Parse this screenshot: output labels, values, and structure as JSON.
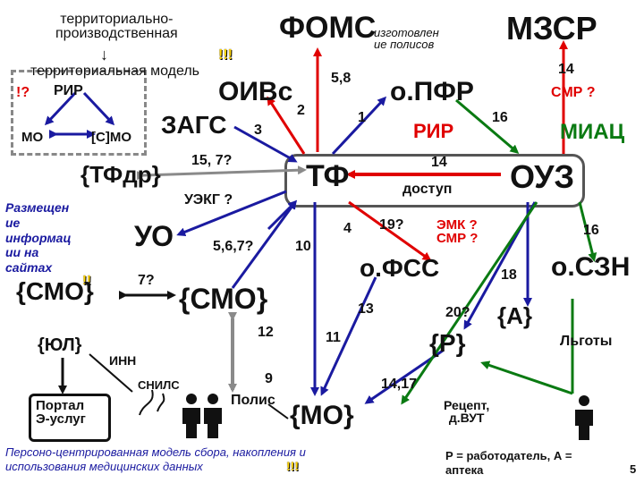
{
  "texts": {
    "terr_prod": "территориально-\nпроизводственная",
    "arrow_down": "↓",
    "excl_top": "!!!",
    "terr_model": "территориальная модель",
    "foms": "ФОМС",
    "izgotovlen": "изготовлен\nие полисов",
    "mzsr": "МЗСР",
    "q_rir": "!?",
    "rir_left": "РИР",
    "mo_left": "МО",
    "smo_left": "[С]МО",
    "oivs": "ОИВс",
    "n58": "5,8",
    "opfr": "о.ПФР",
    "n14_tr": "14",
    "smr_tr": "СМР ?",
    "zags": "ЗАГС",
    "n3": "3",
    "n2": "2",
    "n1": "1",
    "rir_mid": "РИР",
    "n16_tr": "16",
    "miac": "МИАЦ",
    "tfdr": "{ТФдр}",
    "n157": "15, 7?",
    "tf": "ТФ",
    "n14_mid": "14",
    "dostup": "доступ",
    "ouz": "ОУЗ",
    "razmeshen": "Размещен\nие\nинформац\nии на\nсайтах",
    "excl_left": "!!",
    "uekg": "УЭКГ ?",
    "uo": "УО",
    "n4": "4",
    "n19": "19?",
    "emk": "ЭМК ?\nСМР ?",
    "n16_r": "16",
    "n567": "5,6,7?",
    "n10": "10",
    "ofss": "о.ФСС",
    "n18": "18",
    "oszn": "о.СЗН",
    "smo_big_left": "{СМО}",
    "n7": "7?",
    "smo_mid": "{СМО}",
    "n13": "13",
    "n20": "20?",
    "a_brace": "{А}",
    "yul": "{ЮЛ}",
    "n12": "12",
    "n11": "11",
    "r_brace": "{Р}",
    "lgoty": "Льготы",
    "inn": "ИНН",
    "snils": "СНИЛС",
    "n9": "9",
    "polis": "Полис",
    "n1417": "14,17",
    "recept": "Рецепт,\nд.ВУТ",
    "portal": "Портал\nЭ-услуг",
    "mo_bottom": "{МО}",
    "footer": "Персоно-центрированная модель сбора, накопления и\nиспользования медицинских данных",
    "excl_footer": "!!!",
    "legend": "Р = работодатель, А =\nаптека",
    "page_num": "5"
  }
}
